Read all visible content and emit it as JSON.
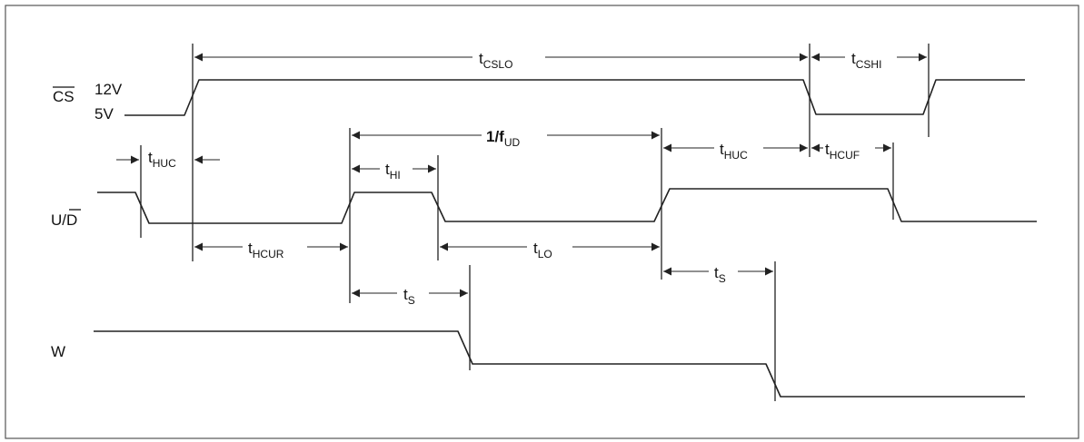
{
  "signals": {
    "cs": {
      "name": "CS",
      "high_level": "12V",
      "low_level": "5V"
    },
    "ud": {
      "name_left": "U/",
      "name_bar": "D"
    },
    "w": {
      "name": "W"
    }
  },
  "timings": [
    {
      "key": "tCSLO",
      "main": "t",
      "sub": "CSLO"
    },
    {
      "key": "tCSHI",
      "main": "t",
      "sub": "CSHI"
    },
    {
      "key": "tHUC_left",
      "main": "t",
      "sub": "HUC"
    },
    {
      "key": "tHI",
      "main": "t",
      "sub": "HI"
    },
    {
      "key": "period",
      "main": "1/f",
      "sub": "UD"
    },
    {
      "key": "tHUC_right",
      "main": "t",
      "sub": "HUC"
    },
    {
      "key": "tHCUF",
      "main": "t",
      "sub": "HCUF"
    },
    {
      "key": "tHCUR",
      "main": "t",
      "sub": "HCUR"
    },
    {
      "key": "tLO",
      "main": "t",
      "sub": "LO"
    },
    {
      "key": "tS_left",
      "main": "t",
      "sub": "S"
    },
    {
      "key": "tS_right",
      "main": "t",
      "sub": "S"
    }
  ]
}
